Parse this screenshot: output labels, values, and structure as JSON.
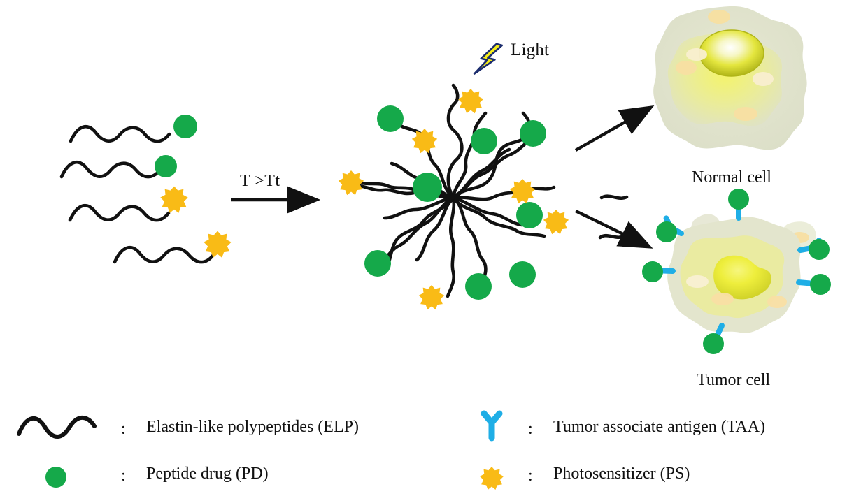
{
  "figure": {
    "type": "scientific-schematic",
    "title_text": "",
    "background_color": "#ffffff"
  },
  "palette": {
    "peptide_drug_green": "#15a94a",
    "photosensitizer_yellow": "#f9bb16",
    "antigen_blue": "#1faee6",
    "chain_black": "#111111",
    "light_bolt_fill": "#f5ec1a",
    "light_bolt_stroke": "#1c2d6e",
    "cell_membrane": "#e2e4cf",
    "cell_cytoplasm": "#e9ea8f",
    "cell_nucleus_edge": "#b8bc1b",
    "cell_vesicle": "#f7e2a8"
  },
  "stage_left": {
    "name": "dispersed-elp-conjugates",
    "description": "Four separate wavy ELP chains, two tipped with green peptide drug spheres and two tipped with yellow photosensitizer stars",
    "chain_count": 4,
    "chains": [
      {
        "id": "chain-1",
        "tip": "peptide-drug"
      },
      {
        "id": "chain-2",
        "tip": "peptide-drug"
      },
      {
        "id": "chain-3",
        "tip": "photosensitizer"
      },
      {
        "id": "chain-4",
        "tip": "photosensitizer"
      }
    ]
  },
  "transition": {
    "name": "thermal-transition",
    "label": "T >Tt",
    "arrow": "right-arrow"
  },
  "stage_center": {
    "name": "elp-nanoparticle-aggregate",
    "description": "Self-assembled ELP nanoparticle: many tangled chains radiating from a dense core, decorated with green peptide drugs and yellow photosensitizers",
    "peptide_drug_count": 8,
    "photosensitizer_count": 6
  },
  "light": {
    "label": "Light",
    "icon": "lightning-bolt-icon"
  },
  "branches": [
    {
      "id": "branch-upper",
      "target": "normal-cell",
      "arrow": "diagonal-up-right-arrow"
    },
    {
      "id": "branch-lower",
      "target": "tumor-cell",
      "arrow": "diagonal-down-right-arrow"
    }
  ],
  "normal_cell": {
    "label": "Normal cell",
    "state": "intact",
    "has_antigen": false,
    "vesicle_count": 5
  },
  "tumor_cell": {
    "label": "Tumor cell",
    "state": "fragmented-apoptotic",
    "has_antigen": true,
    "antigen_count": 6,
    "bound_peptide_drug_count": 6,
    "vesicle_count": 4
  },
  "legend": {
    "name": "figure-legend",
    "colon": ":",
    "items": [
      {
        "id": "legend-elp",
        "icon": "wave-icon",
        "label": "Elastin-like polypeptides (ELP)"
      },
      {
        "id": "legend-peptide-drug",
        "icon": "green-circle-icon",
        "label": "Peptide drug (PD)"
      },
      {
        "id": "legend-taa",
        "icon": "y-antigen-icon",
        "label": "Tumor associate antigen (TAA)"
      },
      {
        "id": "legend-photosensitizer",
        "icon": "yellow-star-icon",
        "label": "Photosensitizer (PS)"
      }
    ]
  }
}
